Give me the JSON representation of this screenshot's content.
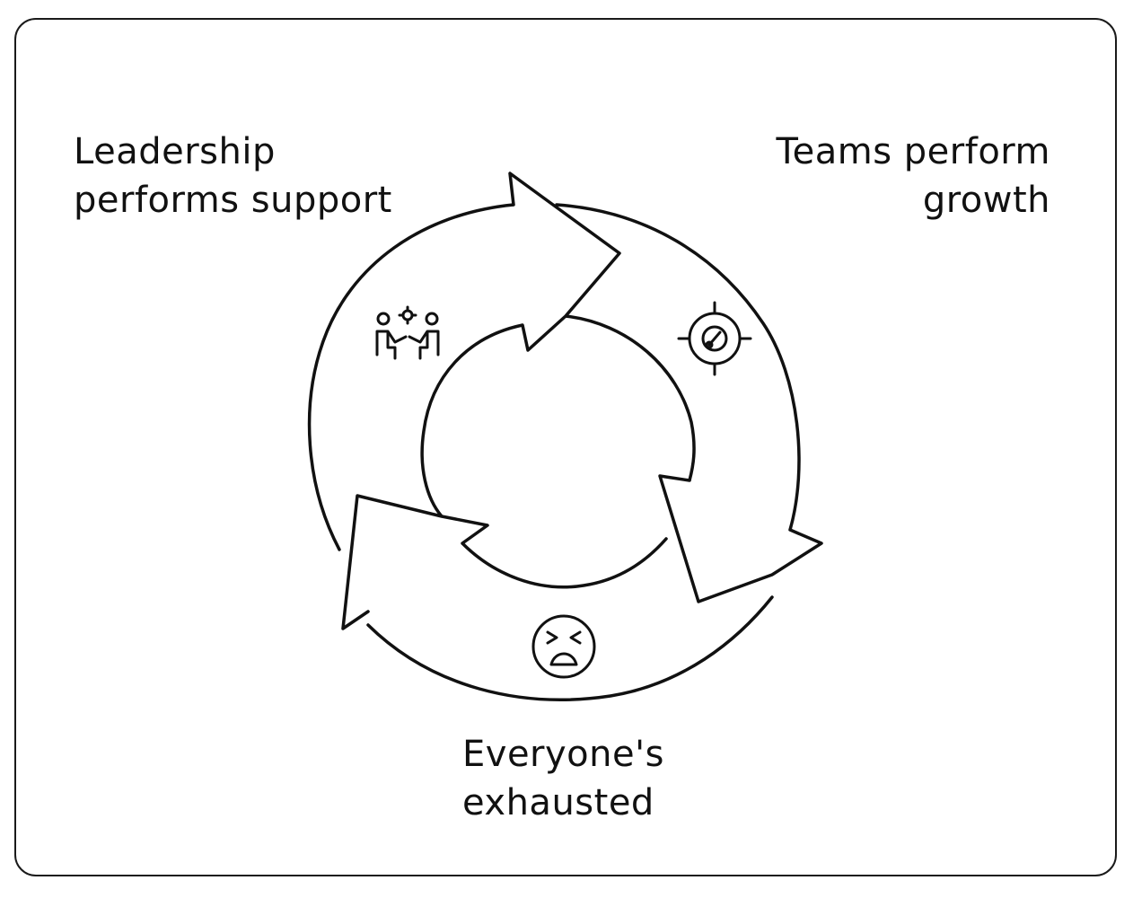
{
  "diagram": {
    "labels": {
      "leadership": [
        "Leadership",
        "performs support"
      ],
      "teams": [
        "Teams perform",
        "growth"
      ],
      "everyone": [
        "Everyone's",
        "exhausted"
      ]
    },
    "icons": {
      "leadership": "team-support-icon",
      "teams": "target-gauge-icon",
      "everyone": "exhausted-face-icon"
    },
    "stroke_color": "#111111",
    "background_color": "#ffffff"
  }
}
